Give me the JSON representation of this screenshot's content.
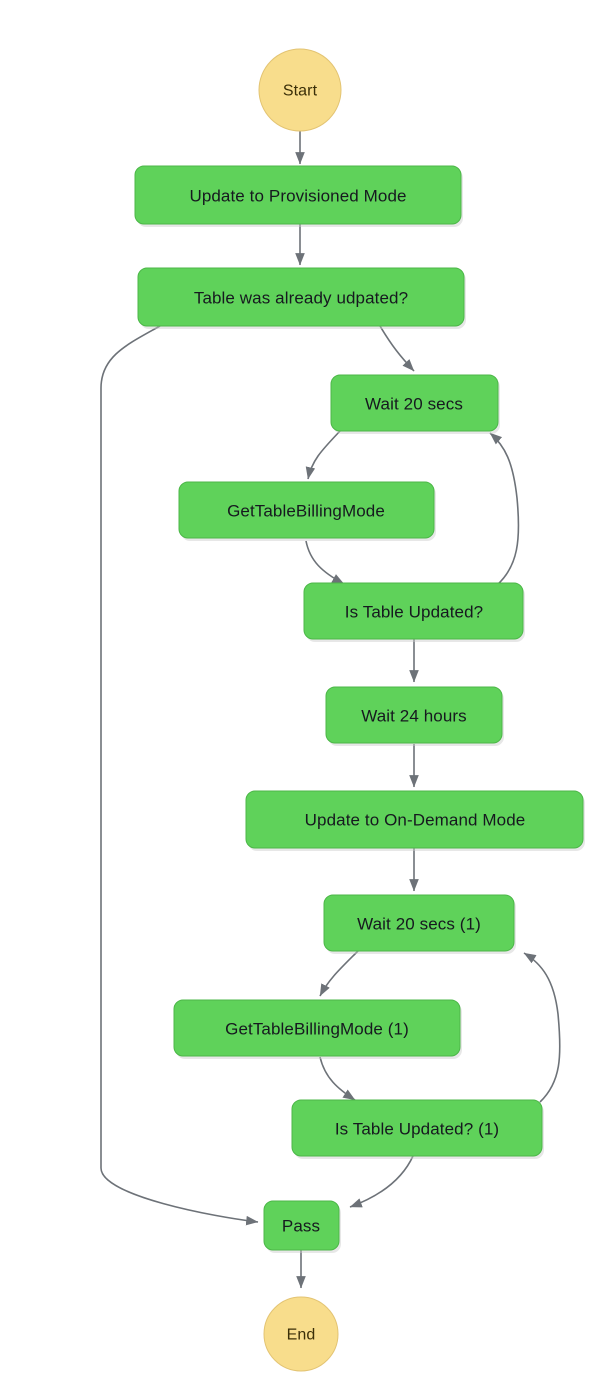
{
  "diagram": {
    "type": "flowchart",
    "title": "",
    "background_color": "#ffffff",
    "node_fill_color": "#5FD25A",
    "node_stroke_color": "#4CB748",
    "terminal_fill_color": "#F8DD8C",
    "terminal_stroke_color": "#E3C473",
    "edge_color": "#6d7278",
    "label_color": "#16191f",
    "nodes": {
      "start": {
        "label": "Start",
        "shape": "circle"
      },
      "update_provisioned": {
        "label": "Update to Provisioned Mode",
        "shape": "rounded-rect"
      },
      "table_already_updated": {
        "label": "Table was already udpated?",
        "shape": "rounded-rect"
      },
      "wait_20_secs": {
        "label": "Wait 20 secs",
        "shape": "rounded-rect"
      },
      "get_billing_mode": {
        "label": "GetTableBillingMode",
        "shape": "rounded-rect"
      },
      "is_table_updated": {
        "label": "Is Table Updated?",
        "shape": "rounded-rect"
      },
      "wait_24_hours": {
        "label": "Wait 24 hours",
        "shape": "rounded-rect"
      },
      "update_on_demand": {
        "label": "Update to On-Demand Mode",
        "shape": "rounded-rect"
      },
      "wait_20_secs_1": {
        "label": "Wait 20 secs (1)",
        "shape": "rounded-rect"
      },
      "get_billing_mode_1": {
        "label": "GetTableBillingMode (1)",
        "shape": "rounded-rect"
      },
      "is_table_updated_1": {
        "label": "Is Table Updated? (1)",
        "shape": "rounded-rect"
      },
      "pass": {
        "label": "Pass",
        "shape": "rounded-rect"
      },
      "end": {
        "label": "End",
        "shape": "circle"
      }
    },
    "edges": [
      {
        "from": "start",
        "to": "update_provisioned"
      },
      {
        "from": "update_provisioned",
        "to": "table_already_updated"
      },
      {
        "from": "table_already_updated",
        "to": "wait_20_secs"
      },
      {
        "from": "table_already_updated",
        "to": "pass"
      },
      {
        "from": "wait_20_secs",
        "to": "get_billing_mode"
      },
      {
        "from": "get_billing_mode",
        "to": "is_table_updated"
      },
      {
        "from": "is_table_updated",
        "to": "wait_20_secs"
      },
      {
        "from": "is_table_updated",
        "to": "wait_24_hours"
      },
      {
        "from": "wait_24_hours",
        "to": "update_on_demand"
      },
      {
        "from": "update_on_demand",
        "to": "wait_20_secs_1"
      },
      {
        "from": "wait_20_secs_1",
        "to": "get_billing_mode_1"
      },
      {
        "from": "get_billing_mode_1",
        "to": "is_table_updated_1"
      },
      {
        "from": "is_table_updated_1",
        "to": "wait_20_secs_1"
      },
      {
        "from": "is_table_updated_1",
        "to": "pass"
      },
      {
        "from": "pass",
        "to": "end"
      }
    ]
  }
}
